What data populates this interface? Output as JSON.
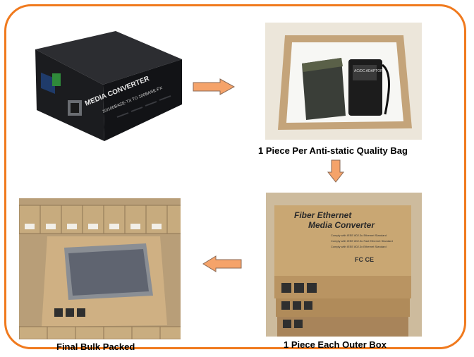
{
  "captions": {
    "bag": "1 Piece Per Anti-static Quality Bag",
    "outer_box": "1 Piece Each Outer Box",
    "bulk": "Final Bulk Packed"
  },
  "device": {
    "label": "MEDIA CONVERTER",
    "sublabel": "10/100BASE-TX TO 100BASE-FX"
  },
  "box_print": {
    "title_line1": "Fiber Ethernet",
    "title_line2": "Media Converter",
    "bullets": [
      "Comply with IEEE 802.3u Ethernet Standard",
      "Comply with IEEE 802.3u Fast Ethernet Standard",
      "Comply with IEEE 802.3x Ethernet Standard"
    ],
    "certs": "FC CE"
  },
  "adaptor_label": "AC/DC ADAPTOR",
  "colors": {
    "frame": "#f07a1e",
    "arrow_fill": "#f5a36a",
    "arrow_stroke": "#8a6a55"
  }
}
